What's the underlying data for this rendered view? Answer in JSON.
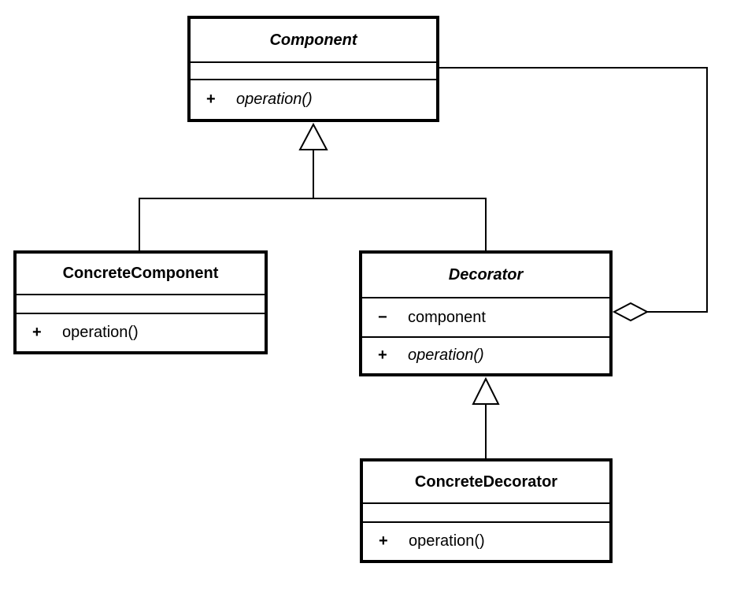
{
  "diagram": {
    "type": "uml-class-diagram",
    "pattern": "Decorator",
    "colors": {
      "line": "#000000",
      "background": "#ffffff",
      "box_fill": "#ffffff"
    },
    "classes": [
      {
        "name": "Component",
        "abstract": true,
        "attributes": [],
        "operations": [
          {
            "visibility": "+",
            "signature": "operation()",
            "abstract": true
          }
        ]
      },
      {
        "name": "ConcreteComponent",
        "abstract": false,
        "attributes": [],
        "operations": [
          {
            "visibility": "+",
            "signature": "operation()",
            "abstract": false
          }
        ]
      },
      {
        "name": "Decorator",
        "abstract": true,
        "attributes": [
          {
            "visibility": "−",
            "name": "component"
          }
        ],
        "operations": [
          {
            "visibility": "+",
            "signature": "operation()",
            "abstract": true
          }
        ]
      },
      {
        "name": "ConcreteDecorator",
        "abstract": false,
        "attributes": [],
        "operations": [
          {
            "visibility": "+",
            "signature": "operation()",
            "abstract": false
          }
        ]
      }
    ],
    "relationships": [
      {
        "type": "generalization",
        "from": "ConcreteComponent",
        "to": "Component"
      },
      {
        "type": "generalization",
        "from": "Decorator",
        "to": "Component"
      },
      {
        "type": "generalization",
        "from": "ConcreteDecorator",
        "to": "Decorator"
      },
      {
        "type": "aggregation",
        "owner": "Decorator",
        "part": "Component"
      }
    ]
  }
}
